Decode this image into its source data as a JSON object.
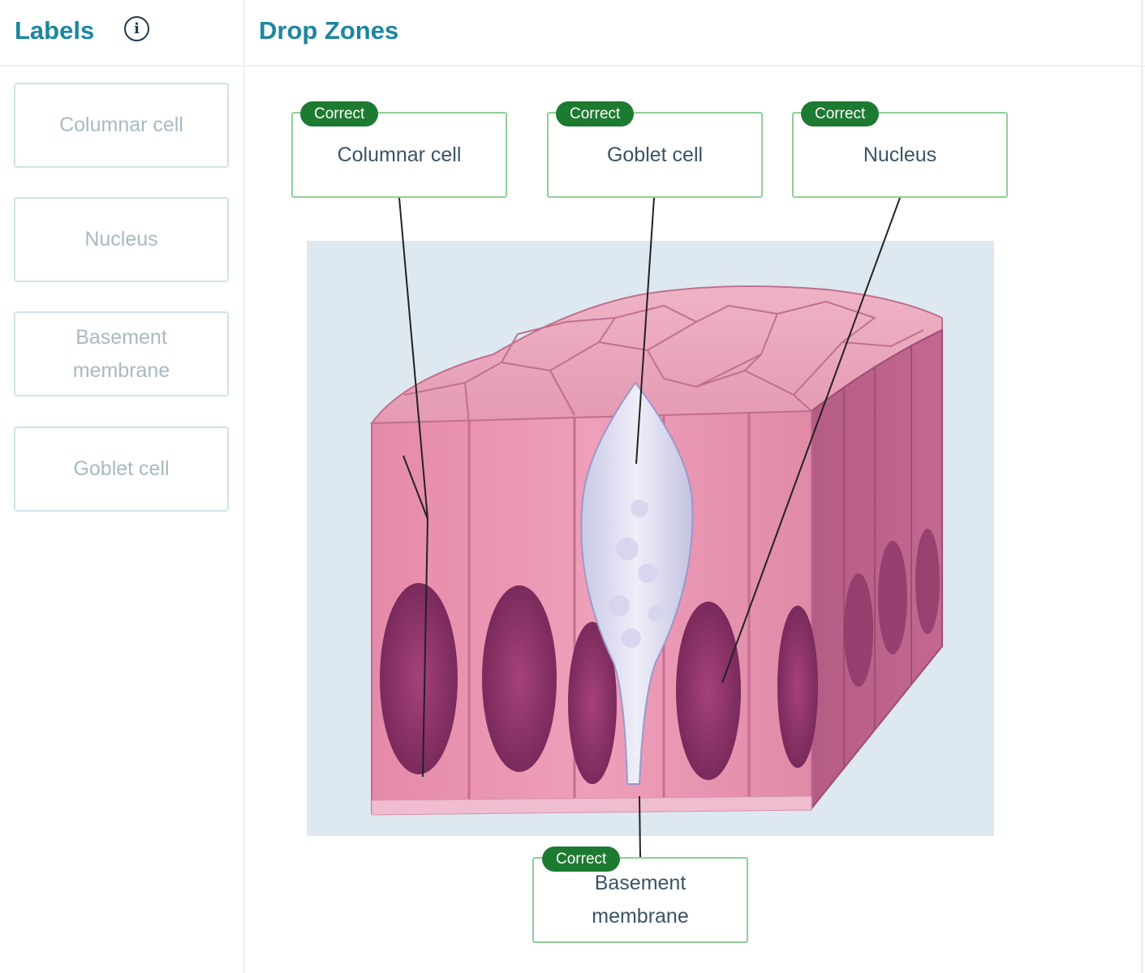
{
  "labels_panel": {
    "title": "Labels",
    "info_icon": "info-icon",
    "cards": [
      "Columnar cell",
      "Nucleus",
      "Basement membrane",
      "Goblet cell"
    ]
  },
  "drop_zones_panel": {
    "title": "Drop Zones",
    "zones": [
      {
        "label": "Columnar cell",
        "status": "Correct"
      },
      {
        "label": "Goblet cell",
        "status": "Correct"
      },
      {
        "label": "Nucleus",
        "status": "Correct"
      },
      {
        "label": "Basement membrane",
        "status": "Correct"
      }
    ]
  },
  "colors": {
    "title": "#1c86a1",
    "correct_badge": "#1d7a31",
    "zone_border": "#8fcf97",
    "figure_background": "#dde8f0",
    "tissue": "#e79bb4"
  }
}
